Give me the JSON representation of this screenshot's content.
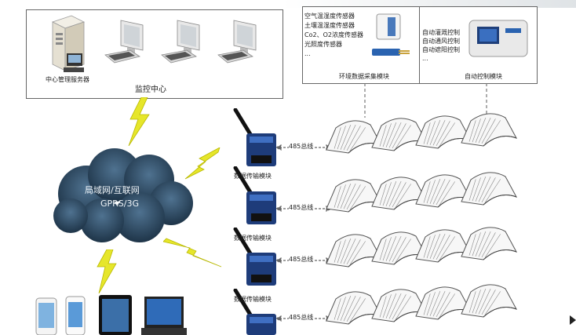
{
  "monitor_center": {
    "title": "监控中心",
    "server_label": "中心管理服务器"
  },
  "env_module": {
    "title": "环境数据采集模块",
    "sensors": [
      "空气温湿度传感器",
      "土壤温湿度传感器",
      "Co2、O2浓度传感器",
      "光照度传感器",
      "..."
    ]
  },
  "control_module": {
    "title": "自动控制模块",
    "items": [
      "自动灌溉控制",
      "自动通风控制",
      "自动遮阳控制",
      "..."
    ]
  },
  "network": {
    "line1": "局域网/互联网",
    "line2": "GPRS/3G"
  },
  "transmission": {
    "module_label": "数据传输模块",
    "bus_label": "485总线",
    "row_labels": [
      "数据传输模块",
      "数据传输模块",
      "数据传输模块"
    ]
  },
  "colors": {
    "cloud": "#2c4a63",
    "lightning": "#e6e62a",
    "border": "#666666"
  }
}
